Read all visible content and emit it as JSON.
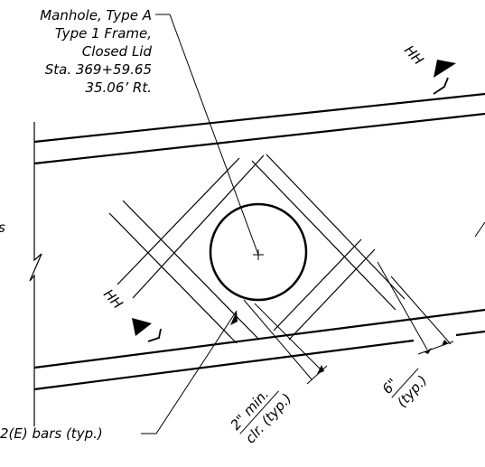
{
  "callout": {
    "line1": "Manhole, Type A",
    "line2": "Type 1 Frame,",
    "line3": "Closed Lid",
    "line4": "Sta. 369+59.65",
    "line5": "35.06’ Rt."
  },
  "section_marks": {
    "top": "HH",
    "bottom": "HH"
  },
  "partial_label_left": "s",
  "bars_label": "2(E) bars (typ.)",
  "clearance_label": {
    "line1": "2\" min.",
    "line2": "clr. (typ.)"
  },
  "spacing_label": {
    "line1": "6\"",
    "line2": "(typ.)"
  }
}
